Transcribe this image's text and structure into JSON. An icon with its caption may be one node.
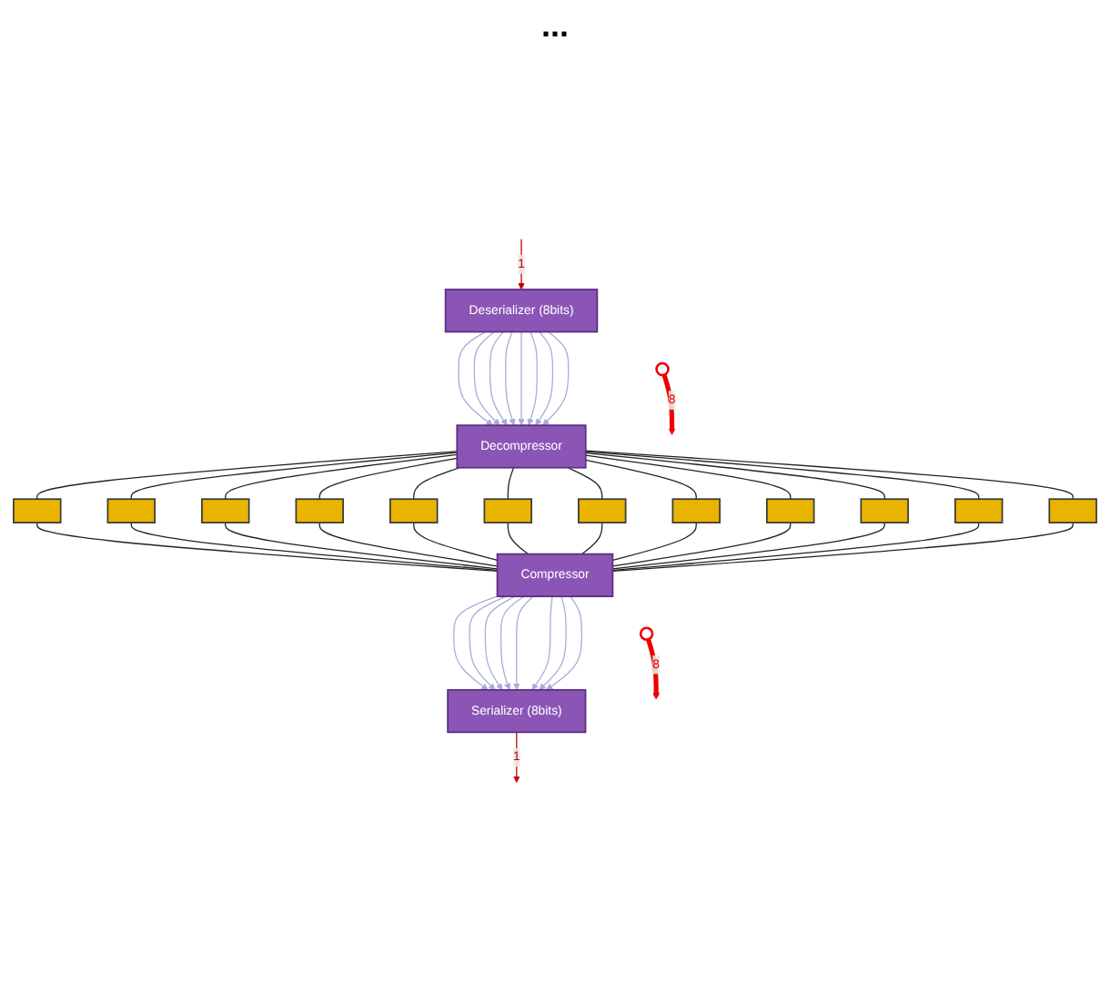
{
  "diagram": {
    "nodes": [
      {
        "text": [
          "Deserializer (8bits)"
        ]
      },
      {
        "text": [],
        "shape": "ellipse"
      },
      {
        "text": [
          "Decompressor"
        ]
      },
      {
        "text": [],
        "shape": "bar"
      },
      {
        "text": [],
        "shape": "bar"
      },
      {
        "text": [],
        "shape": "bar"
      },
      {
        "text": [],
        "shape": "bar"
      },
      {
        "text": [],
        "shape": "bar"
      },
      {
        "text": [],
        "shape": "bar"
      },
      {
        "text": [],
        "shape": "bar"
      },
      {
        "text": [],
        "shape": "bar"
      },
      {
        "text": [],
        "shape": "bar"
      },
      {
        "text": [],
        "shape": "bar"
      },
      {
        "text": [],
        "shape": "bar"
      },
      {
        "text": [],
        "shape": "bar"
      },
      {
        "text": [
          "Compressor"
        ]
      },
      {
        "text": [],
        "shape": "ellipse"
      },
      {
        "text": [
          "Serializer (8bits)"
        ]
      }
    ],
    "edges": [
      {
        "from": null,
        "to": 0,
        "arrow": "to",
        "label": "1",
        "color": "#c00000"
      },
      {
        "from": 0,
        "to": 2,
        "arrow": "to",
        "color": "#a8acd8"
      },
      {
        "from": 0,
        "to": 2,
        "arrow": "to",
        "color": "#a8acd8"
      },
      {
        "from": 0,
        "to": 2,
        "arrow": "to",
        "color": "#a8acd8"
      },
      {
        "from": 0,
        "to": 2,
        "arrow": "to",
        "color": "#a8acd8"
      },
      {
        "from": 0,
        "to": 2,
        "arrow": "to",
        "color": "#a8acd8"
      },
      {
        "from": 0,
        "to": 2,
        "arrow": "to",
        "color": "#a8acd8"
      },
      {
        "from": 0,
        "to": 2,
        "arrow": "to",
        "color": "#a8acd8"
      },
      {
        "from": 0,
        "to": 2,
        "arrow": "to",
        "color": "#a8acd8"
      },
      {
        "from": 1,
        "to": null,
        "arrow": "to",
        "label": "8",
        "style": "thick",
        "color": "#ee0000"
      },
      {
        "from": 2,
        "to": 3,
        "arrow": "none"
      },
      {
        "from": 2,
        "to": 4,
        "arrow": "none"
      },
      {
        "from": 2,
        "to": 5,
        "arrow": "none"
      },
      {
        "from": 2,
        "to": 6,
        "arrow": "none"
      },
      {
        "from": 2,
        "to": 7,
        "arrow": "none"
      },
      {
        "from": 2,
        "to": 8,
        "arrow": "none"
      },
      {
        "from": 2,
        "to": 9,
        "arrow": "none"
      },
      {
        "from": 2,
        "to": 10,
        "arrow": "none"
      },
      {
        "from": 2,
        "to": 11,
        "arrow": "none"
      },
      {
        "from": 2,
        "to": 12,
        "arrow": "none"
      },
      {
        "from": 2,
        "to": 13,
        "arrow": "none"
      },
      {
        "from": 2,
        "to": 14,
        "arrow": "none"
      },
      {
        "from": 3,
        "to": 15,
        "arrow": "none"
      },
      {
        "from": 4,
        "to": 15,
        "arrow": "none"
      },
      {
        "from": 5,
        "to": 15,
        "arrow": "none"
      },
      {
        "from": 6,
        "to": 15,
        "arrow": "none"
      },
      {
        "from": 7,
        "to": 15,
        "arrow": "none"
      },
      {
        "from": 8,
        "to": 15,
        "arrow": "none"
      },
      {
        "from": 9,
        "to": 15,
        "arrow": "none"
      },
      {
        "from": 10,
        "to": 15,
        "arrow": "none"
      },
      {
        "from": 11,
        "to": 15,
        "arrow": "none"
      },
      {
        "from": 12,
        "to": 15,
        "arrow": "none"
      },
      {
        "from": 13,
        "to": 15,
        "arrow": "none"
      },
      {
        "from": 14,
        "to": 15,
        "arrow": "none"
      },
      {
        "from": 15,
        "to": 17,
        "arrow": "to",
        "color": "#a8acd8"
      },
      {
        "from": 15,
        "to": 17,
        "arrow": "to",
        "color": "#a8acd8"
      },
      {
        "from": 15,
        "to": 17,
        "arrow": "to",
        "color": "#a8acd8"
      },
      {
        "from": 15,
        "to": 17,
        "arrow": "to",
        "color": "#a8acd8"
      },
      {
        "from": 15,
        "to": 17,
        "arrow": "to",
        "color": "#a8acd8"
      },
      {
        "from": 15,
        "to": 17,
        "arrow": "to",
        "color": "#a8acd8"
      },
      {
        "from": 15,
        "to": 17,
        "arrow": "to",
        "color": "#a8acd8"
      },
      {
        "from": 15,
        "to": 17,
        "arrow": "to",
        "color": "#a8acd8"
      },
      {
        "from": 16,
        "to": null,
        "arrow": "to",
        "label": "8",
        "style": "thick",
        "color": "#ee0000"
      },
      {
        "from": 17,
        "to": null,
        "arrow": "to",
        "label": "1",
        "color": "#c00000"
      }
    ],
    "labels": [
      "..."
    ]
  }
}
